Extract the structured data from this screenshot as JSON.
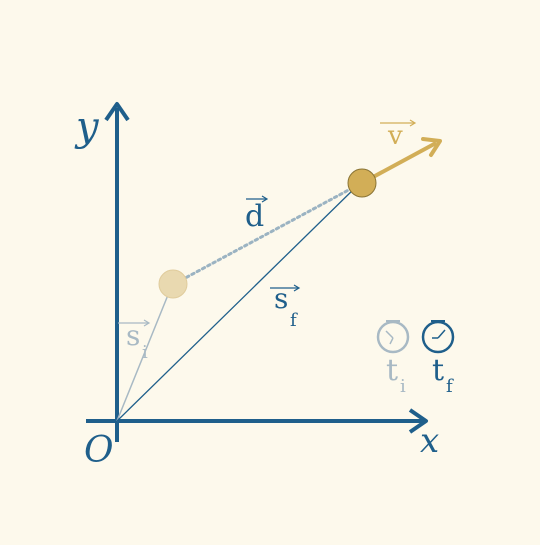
{
  "colors": {
    "background": "#fdf9ec",
    "axis": "#1f5f8b",
    "initial_faded": "#a8b9c4",
    "initial_point": "#e9d9b0",
    "final_point": "#d2ae57",
    "velocity": "#d2ae57",
    "displacement": "#9bb3c2"
  },
  "axes": {
    "x_label": "x",
    "y_label": "y",
    "origin_label": "O"
  },
  "vectors": {
    "s_initial": {
      "symbol": "s",
      "subscript": "i"
    },
    "s_final": {
      "symbol": "s",
      "subscript": "f"
    },
    "displacement": {
      "symbol": "d"
    },
    "velocity": {
      "symbol": "v"
    }
  },
  "clocks": {
    "initial": {
      "label": "t",
      "subscript": "i",
      "icon": "clock-icon"
    },
    "final": {
      "label": "t",
      "subscript": "f",
      "icon": "clock-icon"
    }
  }
}
